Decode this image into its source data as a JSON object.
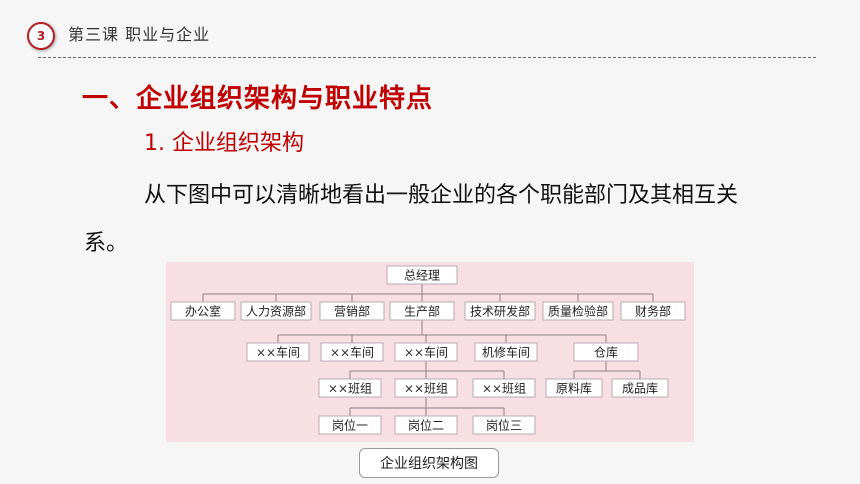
{
  "header": {
    "page_number": "3",
    "title": "第三课  职业与企业"
  },
  "section_heading": "一、企业组织架构与职业特点",
  "subsection_title": "1. 企业组织架构",
  "body_text": "从下图中可以清晰地看出一般企业的各个职能部门及其相互关系。",
  "org_chart": {
    "root": "总经理",
    "departments": [
      "办公室",
      "人力资源部",
      "营销部",
      "生产部",
      "技术研发部",
      "质量检验部",
      "财务部"
    ],
    "workshops": [
      "××车间",
      "××车间",
      "××车间",
      "机修车间"
    ],
    "warehouse": "仓库",
    "teams": [
      "××班组",
      "××班组",
      "××班组"
    ],
    "warehouse_children": [
      "原料库",
      "成品库"
    ],
    "posts": [
      "岗位一",
      "岗位二",
      "岗位三"
    ]
  },
  "caption": "企业组织架构图",
  "colors": {
    "accent": "#c00000",
    "chart_bg": "#f7dfe4",
    "box_bg": "#ffffff",
    "box_border": "#b9aab3"
  }
}
